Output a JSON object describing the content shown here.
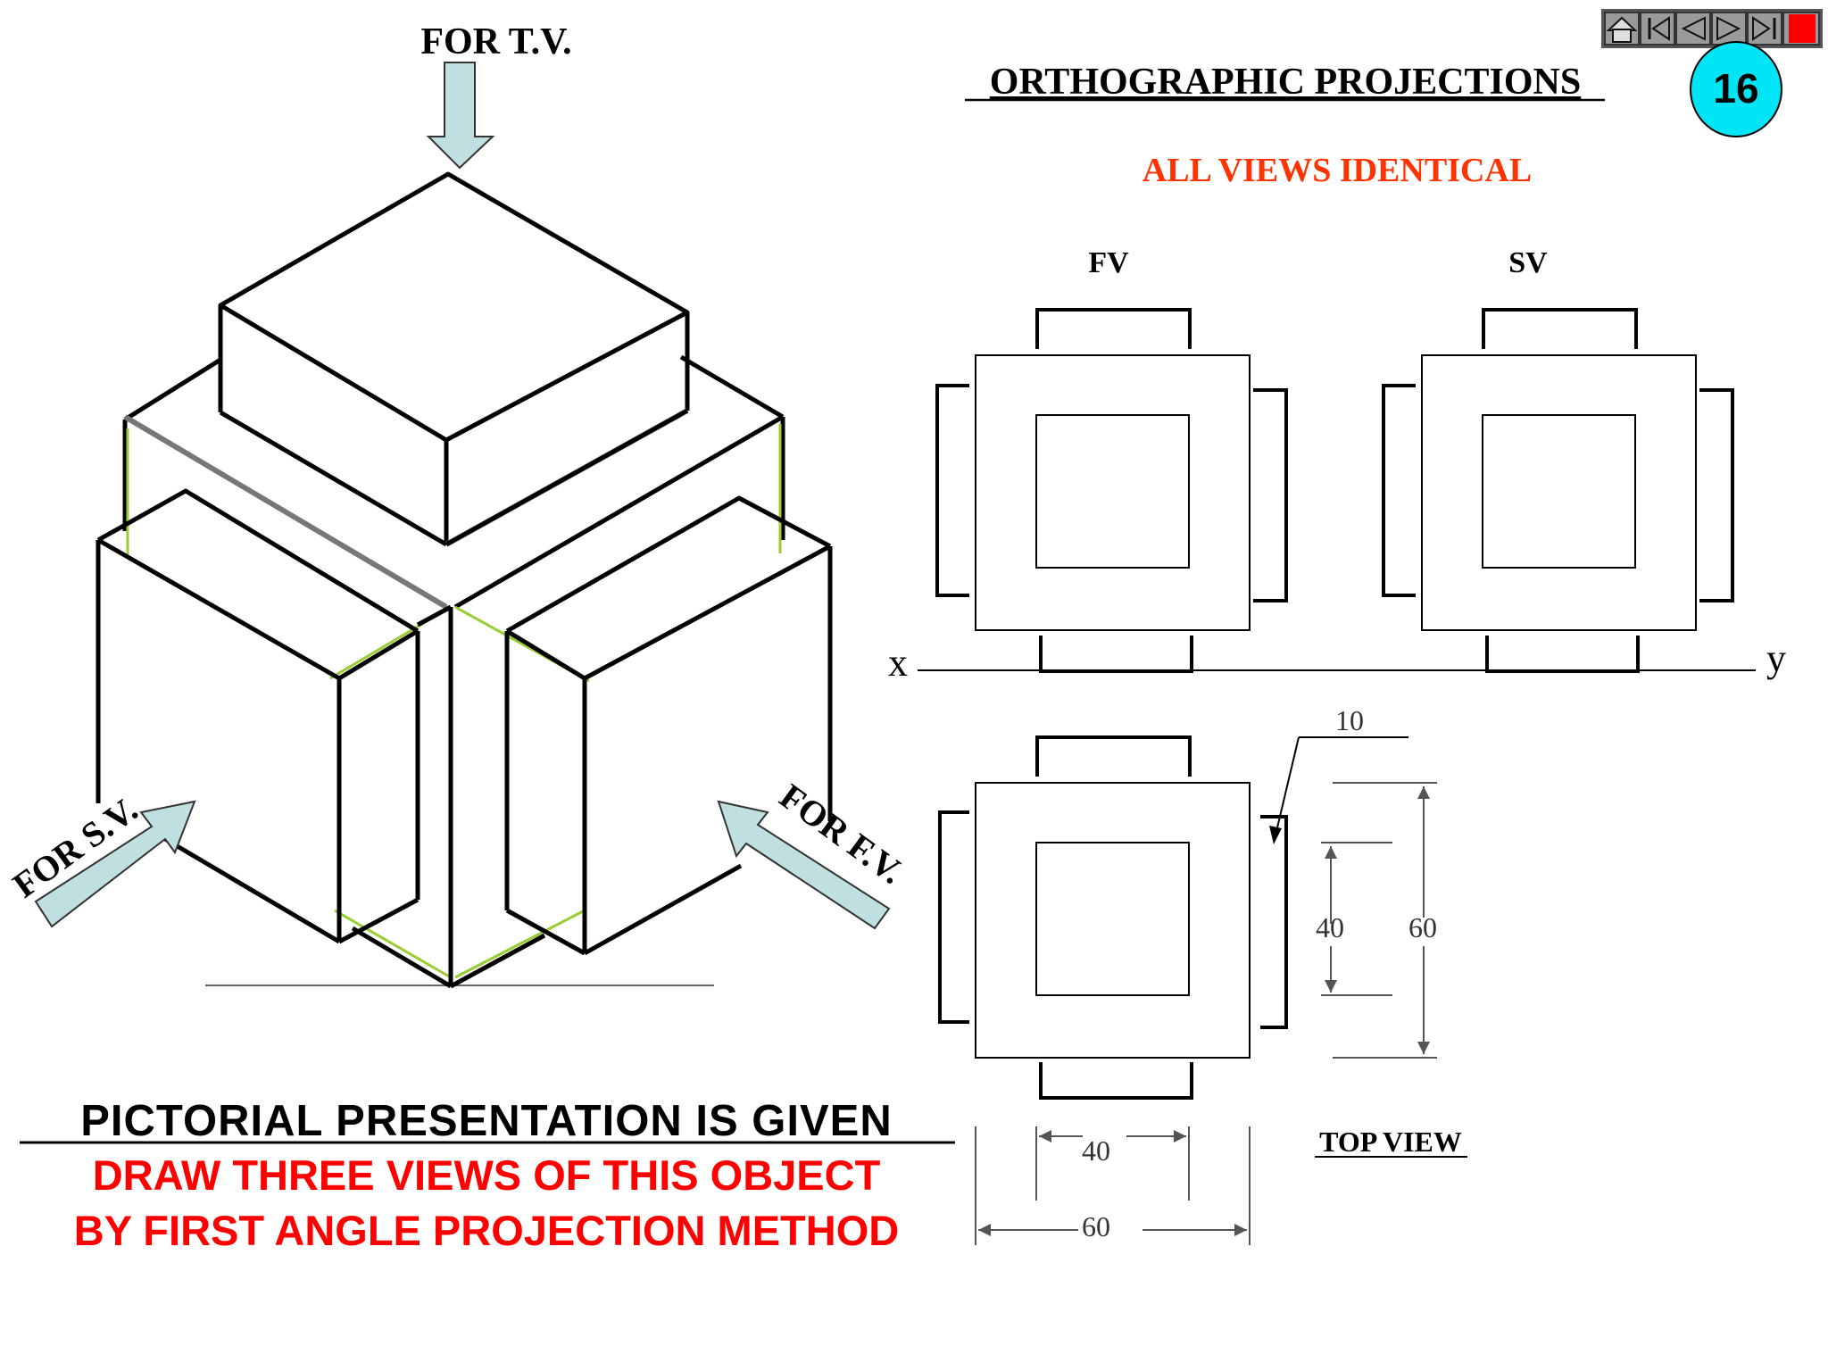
{
  "slide": {
    "title": "ORTHOGRAPHIC PROJECTIONS",
    "subtitle": "ALL VIEWS IDENTICAL",
    "page_number": "16"
  },
  "pictorial": {
    "label_tv": "FOR T.V.",
    "label_sv": "FOR S.V.",
    "label_fv": "FOR F.V."
  },
  "views": {
    "fv_label": "FV",
    "sv_label": "SV",
    "x_label": "x",
    "y_label": "y",
    "top_view_label": "TOP VIEW"
  },
  "dimensions": {
    "d10": "10",
    "d40_vertical": "40",
    "d60_vertical": "60",
    "d40_horizontal": "40",
    "d60_horizontal": "60"
  },
  "instructions": {
    "line1": "PICTORIAL PRESENTATION IS GIVEN",
    "line2": "DRAW THREE VIEWS OF THIS OBJECT",
    "line3": "BY FIRST ANGLE PROJECTION METHOD"
  },
  "nav": {
    "icons": [
      "home-icon",
      "first-slide-icon",
      "previous-slide-icon",
      "next-slide-icon",
      "last-slide-icon",
      "stop-icon"
    ]
  },
  "colors": {
    "subtitle": "#ff3300",
    "instruction_red": "#ff0000",
    "arrow_fill": "#bfdfe0",
    "badge_fill": "#00e5f5",
    "hidden_edge": "#9acd32"
  }
}
